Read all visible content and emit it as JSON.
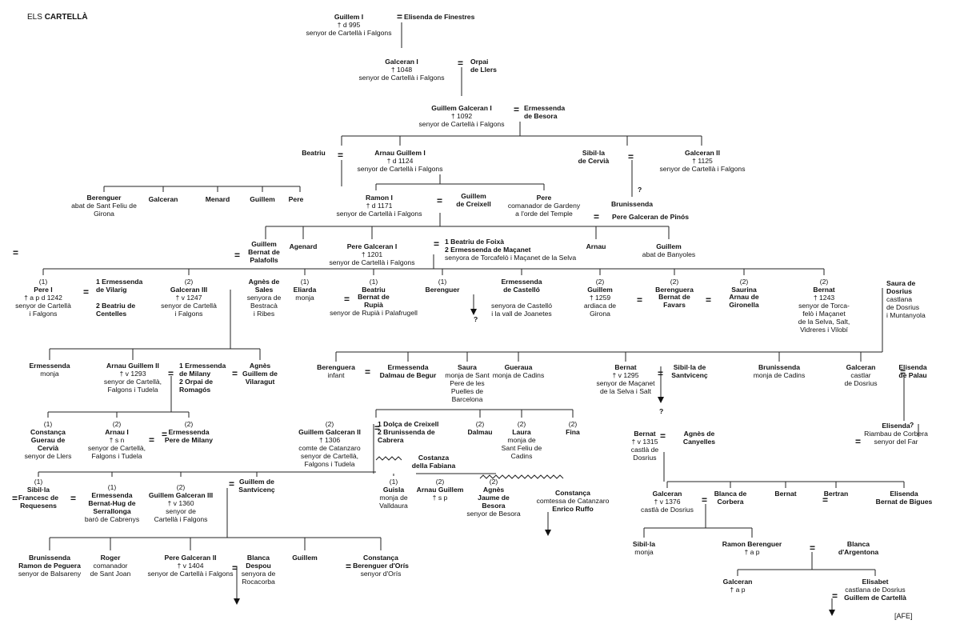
{
  "title": {
    "prefix": "ELS",
    "family": "CARTELLÀ"
  },
  "credit": "[AFE]",
  "persons": {
    "guillem_i": {
      "name": "Guillem I",
      "sub": [
        "† d 995",
        "senyor de Cartellà i Falgons"
      ]
    },
    "elisenda_finestres": {
      "name": "Elisenda de Finestres"
    },
    "galceran_i": {
      "name": "Galceran I",
      "sub": [
        "† 1048",
        "senyor de Cartellà i Falgons"
      ]
    },
    "orpai": {
      "name": "Orpai\nde Llers"
    },
    "guillem_galceran_i": {
      "name": "Guillem Galceran I",
      "sub": [
        "† 1092",
        "senyor de Cartellà i Falgons"
      ]
    },
    "ermessenda_besora": {
      "name": "Ermessenda\nde Besora"
    },
    "beatriu_a": {
      "name": "Beatriu"
    },
    "arnau_guillem_i": {
      "name": "Arnau Guillem I",
      "sub": [
        "† d 1124",
        "senyor de Cartellà i Falgons"
      ]
    },
    "sibilla_cervia": {
      "name": "Sibil·la\nde Cervià"
    },
    "galceran_ii": {
      "name": "Galceran II",
      "sub": [
        "† 1125",
        "senyor de Cartellà i Falgons"
      ]
    },
    "berenguer_abat": {
      "name": "Berenguer",
      "sub": [
        "abat de Sant Feliu de",
        "Girona"
      ]
    },
    "galceran_b": {
      "name": "Galceran"
    },
    "menard": {
      "name": "Menard"
    },
    "guillem_b": {
      "name": "Guillem"
    },
    "pere_b": {
      "name": "Pere"
    },
    "ramon_i": {
      "name": "Ramon I",
      "sub": [
        "† d 1171",
        "senyor de Cartellà i Falgons"
      ]
    },
    "guillem_creixell": {
      "name": "Guillem\nde Creixell"
    },
    "pere_gardeny": {
      "name": "Pere",
      "sub": [
        "comanador de Gardeny",
        "a l'orde del Temple"
      ]
    },
    "brunissenda_a": {
      "name": "Brunissenda"
    },
    "pere_galceran_pinos": {
      "name": "Pere Galceran de Pinós"
    },
    "guillem_bernat_palafolls": {
      "name": "Guillem\nBernat de\nPalafolls"
    },
    "agenard": {
      "name": "Agenard"
    },
    "pere_galceran_i": {
      "name": "Pere Galceran I",
      "sub": [
        "† 1201",
        "senyor de Cartellà i Falgons"
      ]
    },
    "beatriu_foixa": {
      "name": "1 Beatriu de Foixà\n2 Ermessenda de Maçanet",
      "sub": [
        "senyora de Torcafelò i Maçanet de la Selva"
      ]
    },
    "arnau_a": {
      "name": "Arnau"
    },
    "guillem_banyoles": {
      "name": "Guillem",
      "sub": [
        "abat de Banyoles"
      ]
    },
    "pere_i": {
      "name": "Pere I",
      "idx": "(1)",
      "sub": [
        "† a p d 1242",
        "senyor de Cartellà",
        "i Falgons"
      ]
    },
    "ermessenda_vilarig": {
      "name": "1 Ermessenda\nde Vilarig\n\n2 Beatriu de\nCentelles"
    },
    "galceran_iii": {
      "name": "Galceran III",
      "idx": "(2)",
      "sub": [
        "† v 1247",
        "senyor de Cartellà",
        "i Falgons"
      ]
    },
    "agnes_sales": {
      "name": "Agnès de\nSales",
      "sub": [
        "senyora de",
        "Bestracà",
        "i Ribes"
      ]
    },
    "eliarda": {
      "name": "Eliarda",
      "idx": "(1)",
      "sub": [
        "monja"
      ]
    },
    "beatriu_c": {
      "name": "Beatriu",
      "idx": "(1)"
    },
    "bernat_rupia": {
      "name": "Bernat de\nRupià",
      "sub": [
        "senyor de Rupià i Palafrugell"
      ]
    },
    "berenguer_c": {
      "name": "Berenguer",
      "idx": "(1)"
    },
    "ermessenda_castello": {
      "name": "Ermessenda\nde Castelló",
      "sub": [
        "",
        "senyora de Castelló",
        "i la vall de Joanetes"
      ]
    },
    "guillem_ardiaca": {
      "name": "Guillem",
      "idx": "(2)",
      "sub": [
        "† 1259",
        "ardiaca de",
        "Girona"
      ]
    },
    "berenguera_a": {
      "name": "Berenguera",
      "idx": "(2)"
    },
    "bernat_favars": {
      "name": "Bernat de\nFavars"
    },
    "saurina": {
      "name": "Saurina",
      "idx": "(2)"
    },
    "arnau_gironella": {
      "name": "Arnau de\nGironella"
    },
    "bernat_torcafelo": {
      "name": "Bernat",
      "idx": "(2)",
      "sub": [
        "† 1243",
        "senyor de Torca-",
        "felò i Maçanet",
        "de la Selva, Salt,",
        "Vidreres i Vilobí"
      ]
    },
    "saura_dosrius": {
      "name": "Saura de\nDosrius",
      "sub": [
        "castlana",
        "de Dosrius",
        "i Muntanyola"
      ]
    },
    "ermessenda_monja": {
      "name": "Ermessenda",
      "sub": [
        "monja"
      ]
    },
    "arnau_guillem_ii": {
      "name": "Arnau Guillem II",
      "sub": [
        "† v 1293",
        "senyor de Cartellà,",
        "Falgons i Tudela"
      ]
    },
    "ermessenda_milany": {
      "name": "1 Ermessenda\nde Milany\n2 Orpai de\nRomagós"
    },
    "agnes_vilaragut": {
      "name": "Agnès\nGuillem de\nVilaragut"
    },
    "berenguera_infant": {
      "name": "Berenguera",
      "sub": [
        "infant"
      ]
    },
    "ermessenda_begur": {
      "name": "Ermessenda\nDalmau de Begur"
    },
    "saura_puelles": {
      "name": "Saura",
      "sub": [
        "monja de Sant",
        "Pere de les",
        "Puelles de",
        "Barcelona"
      ]
    },
    "gueraua": {
      "name": "Gueraua",
      "sub": [
        "monja de Cadins"
      ]
    },
    "bernat_1295": {
      "name": "Bernat",
      "sub": [
        "† v 1295",
        "senyor de Maçanet",
        "de la Selva i Salt"
      ]
    },
    "sibilla_santvicenc_a": {
      "name": "Sibil·la de\nSantvicenç"
    },
    "brunissenda_cadins": {
      "name": "Brunissenda",
      "sub": [
        "monja de Cadins"
      ]
    },
    "galceran_castlar": {
      "name": "Galceran",
      "sub": [
        "castlar",
        "de Dosrius"
      ]
    },
    "elisenda_palau": {
      "name": "Elisenda\nde Palau"
    },
    "constanca_gueraudecervia": {
      "name": "Constança\nGuerau de\nCervià",
      "idx": "(1)",
      "sub": [
        "senyor de Llers"
      ]
    },
    "arnau_i": {
      "name": "Arnau I",
      "idx": "(2)",
      "sub": [
        "† s n",
        "senyor de Cartellà,",
        "Falgons i Tudela"
      ]
    },
    "ermessenda_pere_milany": {
      "name": "Ermessenda\nPere de Milany",
      "idx": "(2)"
    },
    "guillem_galceran_ii": {
      "name": "Guillem Galceran II",
      "idx": "(2)",
      "sub": [
        "† 1306",
        "comte de Catanzaro",
        "senyor de Cartellà,",
        "Falgons i Tudela"
      ]
    },
    "dolca_creixell": {
      "name": "1 Dolça de Creixell\n2 Brunissenda de\nCabrera"
    },
    "dalmau": {
      "name": "Dalmau",
      "idx": "(2)"
    },
    "laura": {
      "name": "Laura",
      "idx": "(2)",
      "sub": [
        "monja de",
        "Sant Feliu de",
        "Cadins"
      ]
    },
    "fina": {
      "name": "Fina",
      "idx": "(2)"
    },
    "bernat_1315": {
      "name": "Bernat",
      "sub": [
        "† v 1315",
        "castlà de",
        "Dosrius"
      ]
    },
    "agnes_canyelles": {
      "name": "Agnès de\nCanyelles"
    },
    "elisenda_corbera": {
      "name": "Elisenda",
      "sub": [
        "Riambau de Corbera",
        "senyor del Far"
      ]
    },
    "costanza_fabiana": {
      "name": "Costanza\ndella Fabiana"
    },
    "guisla": {
      "name": "Guisla",
      "idx": "(1)",
      "sub": [
        "monja de",
        "Valldaura"
      ]
    },
    "arnau_guillem_sp": {
      "name": "Arnau Guillem",
      "idx": "(2)",
      "sub": [
        "† s p"
      ]
    },
    "agnes_jaume_besora": {
      "name": "Agnès\nJaume de\nBesora",
      "idx": "(2)",
      "sub": [
        "senyor de Besora"
      ]
    },
    "constanca_ruffo": {
      "name": "Constança",
      "sub": [
        "comtessa de Catanzaro"
      ],
      "extra": "Enrico Ruffo"
    },
    "sibilla_requesens": {
      "name": "Sibil·la\nFrancesc de\nRequesens",
      "idx": "(1)"
    },
    "ermessenda_serrallonga": {
      "name": "Ermessenda\nBernat-Hug de\nSerrallonga",
      "idx": "(1)",
      "sub": [
        "baró de Cabrenys"
      ]
    },
    "guillem_galceran_iii": {
      "name": "Guillem Galceran III",
      "idx": "(2)",
      "sub": [
        "† v 1360",
        "senyor de",
        "Cartellà i Falgons"
      ]
    },
    "guillem_santvicenc": {
      "name": "Guillem de\nSantvicenç"
    },
    "galceran_1376": {
      "name": "Galceran",
      "sub": [
        "† v 1376",
        "castlà de Dosrius"
      ]
    },
    "blanca_corbera": {
      "name": "Blanca de\nCorbera"
    },
    "bernat_d": {
      "name": "Bernat"
    },
    "bertran": {
      "name": "Bertran"
    },
    "elisenda_bigues": {
      "name": "Elisenda\nBernat de Bigues"
    },
    "brunissenda_peguera": {
      "name": "Brunissenda\nRamon de Peguera",
      "sub": [
        "senyor de Balsareny"
      ]
    },
    "roger": {
      "name": "Roger",
      "sub": [
        "comanador",
        "de Sant Joan"
      ]
    },
    "pere_galceran_ii": {
      "name": "Pere Galceran II",
      "sub": [
        "† v 1404",
        "senyor de Cartellà i Falgons"
      ]
    },
    "blanca_despou": {
      "name": "Blanca\nDespou",
      "sub": [
        "senyora de",
        "Rocacorba"
      ]
    },
    "guillem_e": {
      "name": "Guillem"
    },
    "constanca_oris": {
      "name": "Constança\nBerenguer d'Orís",
      "sub": [
        "senyor d'Orís"
      ]
    },
    "sibilla_monja": {
      "name": "Sibil·la",
      "sub": [
        "monja"
      ]
    },
    "ramon_berenguer": {
      "name": "Ramon Berenguer",
      "sub": [
        "† a p"
      ]
    },
    "blanca_argentona": {
      "name": "Blanca\nd'Argentona"
    },
    "galceran_ap": {
      "name": "Galceran",
      "sub": [
        "† a p"
      ]
    },
    "elisabet": {
      "name": "Elisabet",
      "sub": [
        "castlana de Dosrius"
      ],
      "extra": "Guillem de Cartellà"
    }
  }
}
